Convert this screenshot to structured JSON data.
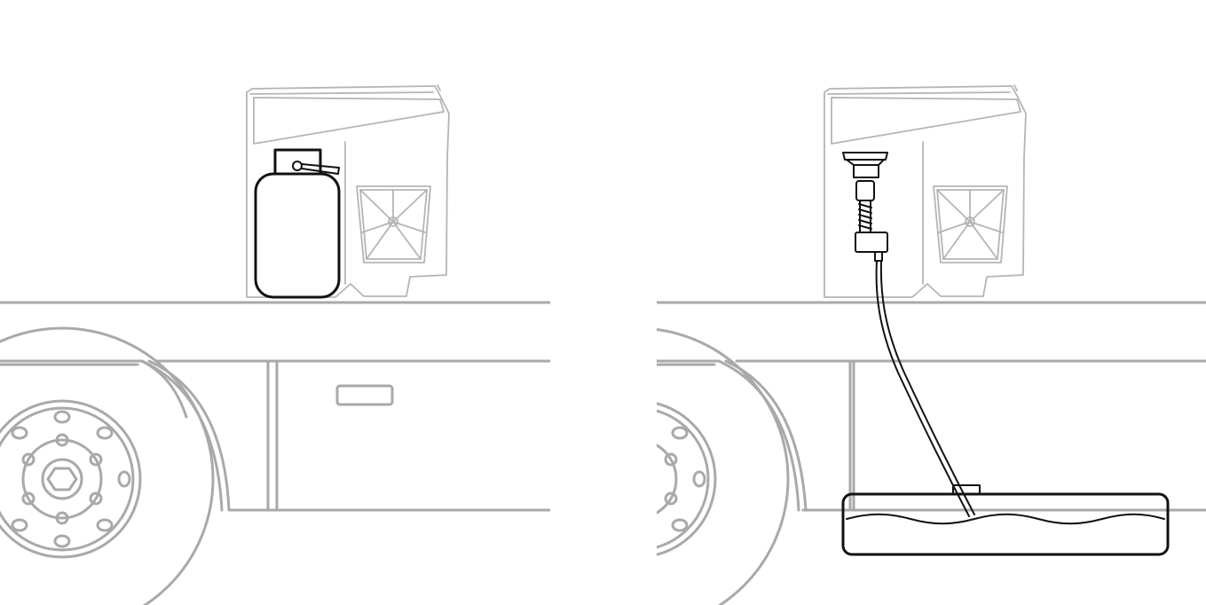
{
  "figure": {
    "panels": [
      {
        "id": "left",
        "variant": "external-gas-bottle",
        "icons": [
          "fridge-box-icon",
          "gas-bottle-icon",
          "vehicle-wheel-icon",
          "locker-door-icon"
        ]
      },
      {
        "id": "right",
        "variant": "hose-to-underfloor-tank",
        "icons": [
          "fridge-box-icon",
          "regulator-icon",
          "gas-hose-icon",
          "underfloor-tank-icon",
          "vehicle-wheel-icon"
        ]
      }
    ],
    "colors": {
      "background": "#ffffff",
      "outline_grey": "#a9a9a9",
      "highlight_black": "#111111"
    }
  }
}
